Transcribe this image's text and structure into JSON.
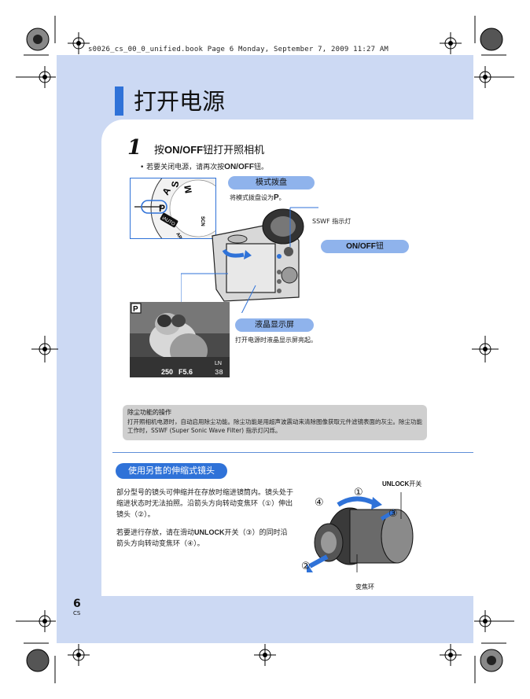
{
  "header": {
    "file_line": "s0026_cs_00_0_unified.book  Page 6  Monday, September 7, 2009  11:27 AM"
  },
  "page": {
    "title": "打开电源",
    "number": "6",
    "lang": "CS"
  },
  "step1": {
    "number": "1",
    "pre": "按",
    "bold": "ON/OFF",
    "post": "钮打开照相机",
    "bullet_pre": "• 若要关闭电源，请再次按",
    "bullet_bold": "ON/OFF",
    "bullet_post": "钮。"
  },
  "callouts": {
    "mode_dial": {
      "label": "模式拨盘",
      "desc_pre": "将模式拨盘设为",
      "desc_bold": "P",
      "desc_post": "。"
    },
    "sswf": {
      "label": "SSWF 指示灯"
    },
    "onoff": {
      "label_bold": "ON/OFF",
      "label_post": "钮"
    },
    "lcd": {
      "label": "液晶显示屏",
      "desc": "打开电源时液晶显示屏亮起。"
    }
  },
  "dial": {
    "letters": [
      "P",
      "A",
      "S",
      "M"
    ],
    "auto": "iAUTO",
    "art": "ART",
    "scn": "SCN"
  },
  "lcd_screen": {
    "mode": "P",
    "shutter": "250",
    "aperture": "F5.6",
    "quality": "LN",
    "shots": "38"
  },
  "dust": {
    "title": "除尘功能的操作",
    "text": "打开照相机电源时，自动启用除尘功能。除尘功能是用超声波震动来清除图像获取元件滤镜表面的灰尘。除尘功能工作时，SSWF (Super Sonic Wave Filter) 指示灯闪烁。"
  },
  "lens_section": {
    "title": "使用另售的伸缩式镜头",
    "p1": "部分型号的镜头可伸缩并在存放时缩进镜筒内。镜头处于缩进状态时无法拍照。沿箭头方向转动变焦环（①）伸出镜头（②）。",
    "p2_pre": "若要进行存放，请在滑动",
    "p2_bold": "UNLOCK",
    "p2_post": "开关（③）的同时沿箭头方向转动变焦环（④）。",
    "unlock_bold": "UNLOCK",
    "unlock_post": "开关",
    "zoom_ring": "变焦环",
    "n1": "①",
    "n2": "②",
    "n3": "③",
    "n4": "④"
  },
  "colors": {
    "accent": "#2f72d8",
    "page_bg": "#ccd9f3",
    "pill": "#8fb3ec",
    "note_bg": "#cfcfcf"
  }
}
